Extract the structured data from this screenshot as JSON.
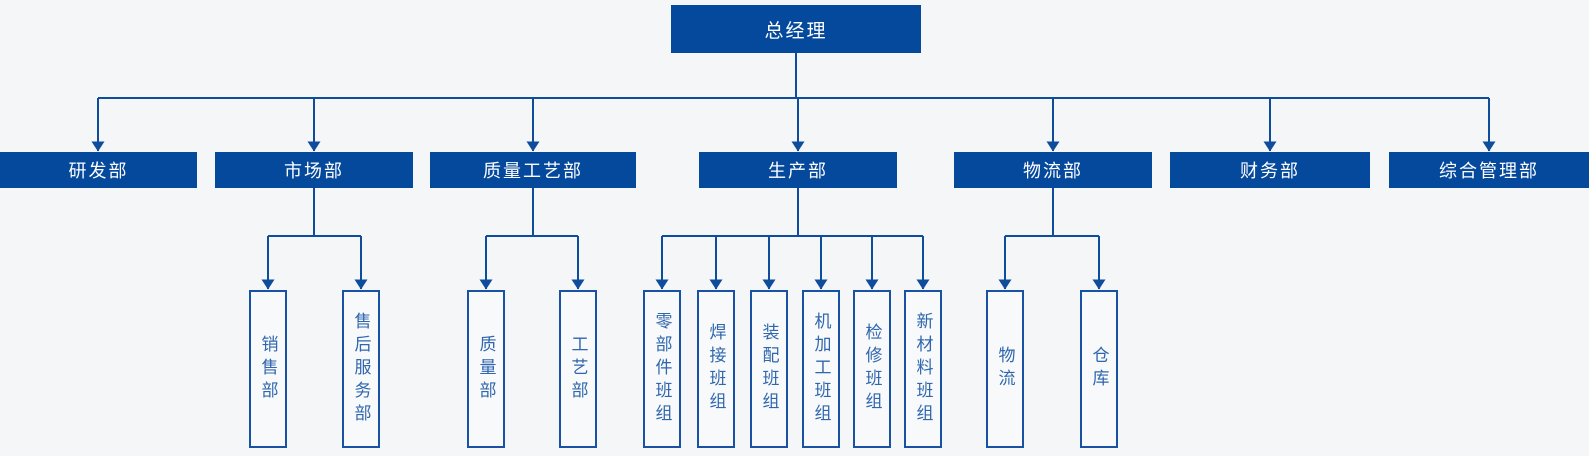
{
  "colors": {
    "page_bg": "#f5f6f7",
    "node_fill": "#05499c",
    "node_text": "#ffffff",
    "line": "#0e4c9c",
    "leaf_bg": "#f8f9fa",
    "leaf_border": "#1952a5",
    "leaf_text": "#2f66ae"
  },
  "org": {
    "root": {
      "label": "总经理",
      "children": [
        {
          "label": "研发部",
          "children": []
        },
        {
          "label": "市场部",
          "children": [
            {
              "label": "销售部"
            },
            {
              "label": "售后服务部"
            }
          ]
        },
        {
          "label": "质量工艺部",
          "children": [
            {
              "label": "质量部"
            },
            {
              "label": "工艺部"
            }
          ]
        },
        {
          "label": "生产部",
          "children": [
            {
              "label": "零部件班组"
            },
            {
              "label": "焊接班组"
            },
            {
              "label": "装配班组"
            },
            {
              "label": "机加工班组"
            },
            {
              "label": "检修班组"
            },
            {
              "label": "新材料班组"
            }
          ]
        },
        {
          "label": "物流部",
          "children": [
            {
              "label": "物流"
            },
            {
              "label": "仓库"
            }
          ]
        },
        {
          "label": "财务部",
          "children": []
        },
        {
          "label": "综合管理部",
          "children": []
        }
      ]
    }
  }
}
